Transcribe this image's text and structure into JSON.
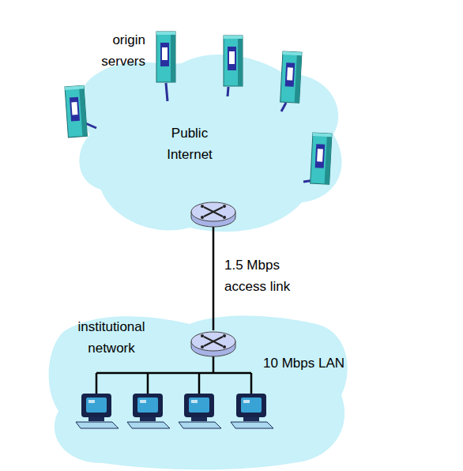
{
  "diagram": {
    "nodes": [
      {
        "text": [
          "Public Internet"
        ]
      },
      {
        "text": [
          "institutional network",
          "10 Mbps LAN"
        ]
      }
    ],
    "edges": [
      {
        "from": 0,
        "to": 1,
        "label": "1.5 Mbps access link",
        "arrow": "none"
      }
    ],
    "labels": [
      "origin servers"
    ]
  }
}
